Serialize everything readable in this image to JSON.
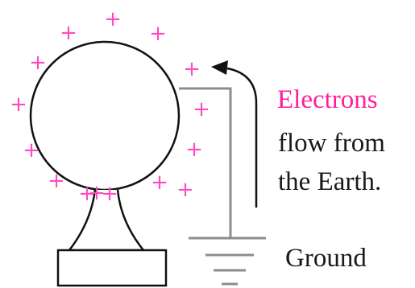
{
  "labels": {
    "electrons": "Electrons",
    "flow_from": "flow from",
    "the_earth": "the Earth.",
    "ground": "Ground"
  },
  "charges": {
    "symbol": "+",
    "count": 15
  },
  "colors": {
    "charge": "#ff4bbf",
    "electrons_text": "#ff1f9d",
    "body_text": "#1a1a1a",
    "outline": "#111111",
    "wire": "#8c8c8c",
    "background": "#ffffff"
  }
}
